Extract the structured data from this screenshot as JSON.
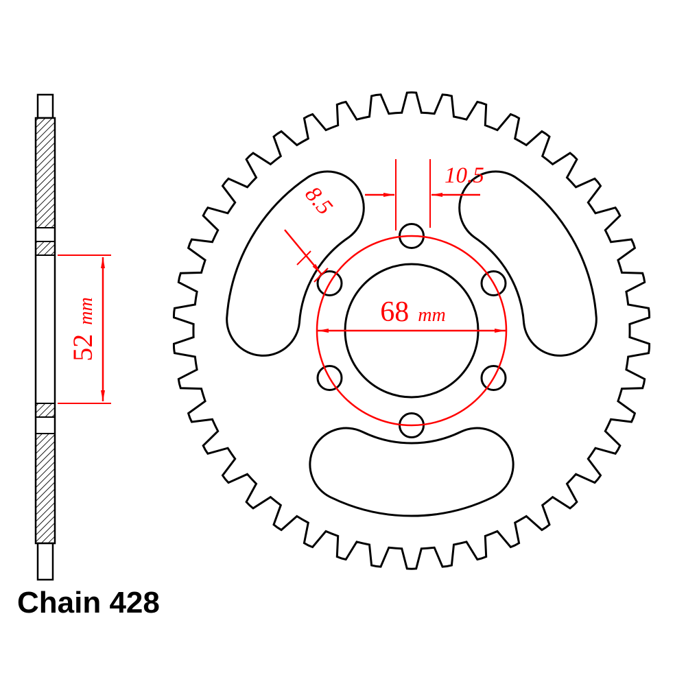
{
  "colors": {
    "annotation": "#ff0000",
    "line": "#000000",
    "background": "#ffffff"
  },
  "caption": {
    "label": "Chain 428"
  },
  "annotations": {
    "hub_width": {
      "value": "52",
      "unit": "mm"
    },
    "bolt_circle": {
      "value": "68",
      "unit": "mm"
    },
    "bolt_hole_diameter": {
      "value": "8.5"
    },
    "slot_width": {
      "value": "10.5"
    }
  }
}
